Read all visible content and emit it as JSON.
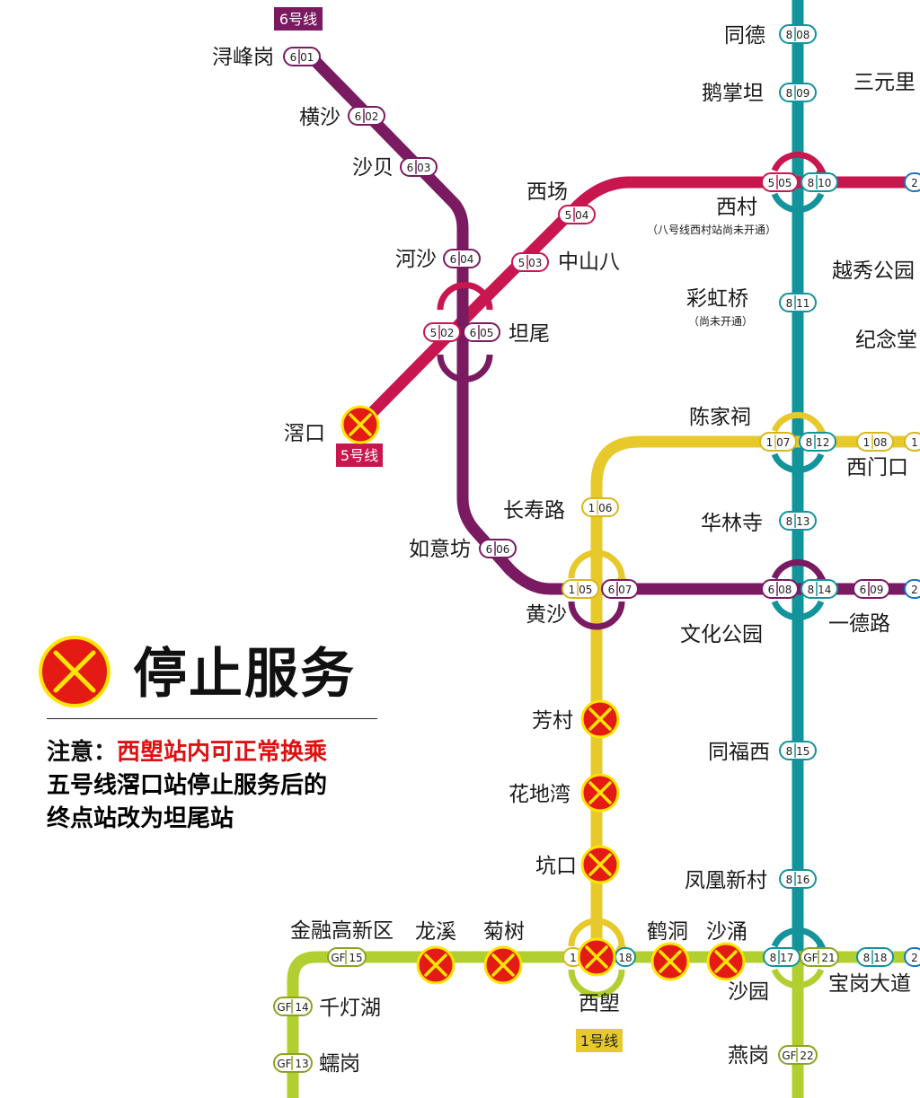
{
  "lines": {
    "l1": {
      "label": "1号线",
      "color": "#e7c92b"
    },
    "l5": {
      "label": "5号线",
      "color": "#c8174f"
    },
    "l6": {
      "label": "6号线",
      "color": "#7a1a61"
    },
    "l8": {
      "color": "#13939a"
    },
    "gf": {
      "color": "#b2cf31"
    }
  },
  "colors": {
    "closed_fill": "#e31b14",
    "closed_ring": "#ffe500",
    "text": "#1a1a1a",
    "notice_red": "#e01010"
  },
  "stations": {
    "xunfenggang": "浔峰岗",
    "hengsha": "横沙",
    "shabei": "沙贝",
    "hesha": "河沙",
    "tanwei": "坦尾",
    "jiaokou": "滘口",
    "xichang": "西场",
    "zhongshanba": "中山八",
    "ruyifang": "如意坊",
    "changshoulu": "长寿路",
    "huangsha": "黄沙",
    "chenjiaci": "陈家祠",
    "ximenkou": "西门口",
    "tongde": "同德",
    "ezhangtan": "鹅掌坦",
    "sanyuanli": "三元里",
    "xicun": "西村",
    "xicun_note": "（八号线西村站尚未开通）",
    "caihongqiao": "彩虹桥",
    "caihongqiao_note": "（尚未开通）",
    "yuexiugongyuan": "越秀公园",
    "jiniantang": "纪念堂",
    "hualinsi": "华林寺",
    "wenhuagongyuan": "文化公园",
    "yidelu": "一德路",
    "tongfuxi": "同福西",
    "fenghuangxincun": "凤凰新村",
    "fangcun": "芳村",
    "huadiwan": "花地湾",
    "kengkou": "坑口",
    "xilang": "西塱",
    "hedong": "鹤洞",
    "shachong": "沙涌",
    "shayuan": "沙园",
    "baogangdadao": "宝岗大道",
    "yangang": "燕岗",
    "jinronggaoxinqu": "金融高新区",
    "longxi": "龙溪",
    "jushu": "菊树",
    "qiandenghu": "千灯湖",
    "leigang": "蠕岗"
  },
  "codes": {
    "c601": [
      "6",
      "01"
    ],
    "c602": [
      "6",
      "02"
    ],
    "c603": [
      "6",
      "03"
    ],
    "c604": [
      "6",
      "04"
    ],
    "c605": [
      "6",
      "05"
    ],
    "c606": [
      "6",
      "06"
    ],
    "c607": [
      "6",
      "07"
    ],
    "c608": [
      "6",
      "08"
    ],
    "c609": [
      "6",
      "09"
    ],
    "c502": [
      "5",
      "02"
    ],
    "c503": [
      "5",
      "03"
    ],
    "c504": [
      "5",
      "04"
    ],
    "c505": [
      "5",
      "05"
    ],
    "c105": [
      "1",
      "05"
    ],
    "c106": [
      "1",
      "06"
    ],
    "c107": [
      "1",
      "07"
    ],
    "c108": [
      "1",
      "08"
    ],
    "c808": [
      "8",
      "08"
    ],
    "c809": [
      "8",
      "09"
    ],
    "c810": [
      "8",
      "10"
    ],
    "c811": [
      "8",
      "11"
    ],
    "c812": [
      "8",
      "12"
    ],
    "c813": [
      "8",
      "13"
    ],
    "c814": [
      "8",
      "14"
    ],
    "c815": [
      "8",
      "15"
    ],
    "c816": [
      "8",
      "16"
    ],
    "c817": [
      "8",
      "17"
    ],
    "c818": [
      "8",
      "18"
    ],
    "cgf15": [
      "GF",
      "15"
    ],
    "cgf14": [
      "GF",
      "14"
    ],
    "cgf13": [
      "GF",
      "13"
    ],
    "cgf21": [
      "GF",
      "21"
    ],
    "cgf22": [
      "GF",
      "22"
    ],
    "cx1": [
      "1",
      ""
    ],
    "cx18": [
      "",
      "18"
    ],
    "c2a": [
      "2",
      ""
    ],
    "c2b": [
      "2",
      ""
    ],
    "c2c": [
      "2",
      ""
    ],
    "c1b": [
      "1",
      ""
    ]
  },
  "legend": {
    "closed_label": "停止服务"
  },
  "notice": {
    "prefix": "注意：",
    "line1_red": "西塱站内可正常换乘",
    "line2": "五号线滘口站停止服务后的",
    "line3_red": "终点站改为坦尾站"
  }
}
